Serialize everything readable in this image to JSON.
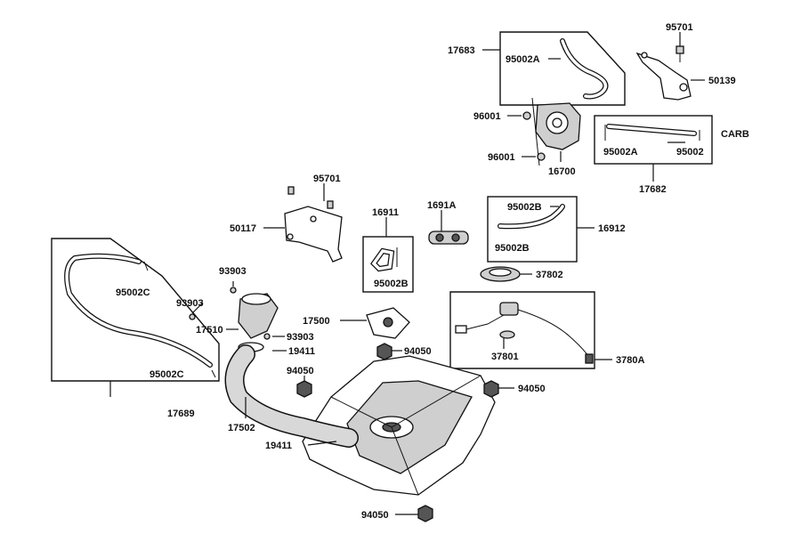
{
  "diagram": {
    "labels": {
      "l17683": "17683",
      "l95002A_top": "95002A",
      "l95701_top": "95701",
      "l50139": "50139",
      "l96001_a": "96001",
      "l96001_b": "96001",
      "l16700": "16700",
      "lCARB": "CARB",
      "l95002A_carb": "95002A",
      "l95002_carb": "95002",
      "l17682": "17682",
      "l95701_mid": "95701",
      "l50117": "50117",
      "l16911": "16911",
      "l1691A": "1691A",
      "l95002B_left": "95002B",
      "l95002B_r1": "95002B",
      "l95002B_r2": "95002B",
      "l16912": "16912",
      "l37802": "37802",
      "l93903_a": "93903",
      "l93903_b": "93903",
      "l93903_c": "93903",
      "l95002C_a": "95002C",
      "l95002C_b": "95002C",
      "l17689": "17689",
      "l17500": "17500",
      "l17510": "17510",
      "l19411_a": "19411",
      "l19411_b": "19411",
      "l94050_a": "94050",
      "l94050_b": "94050",
      "l94050_c": "94050",
      "l94050_d": "94050",
      "l37801": "37801",
      "l3780A": "3780A",
      "l17502": "17502"
    }
  }
}
